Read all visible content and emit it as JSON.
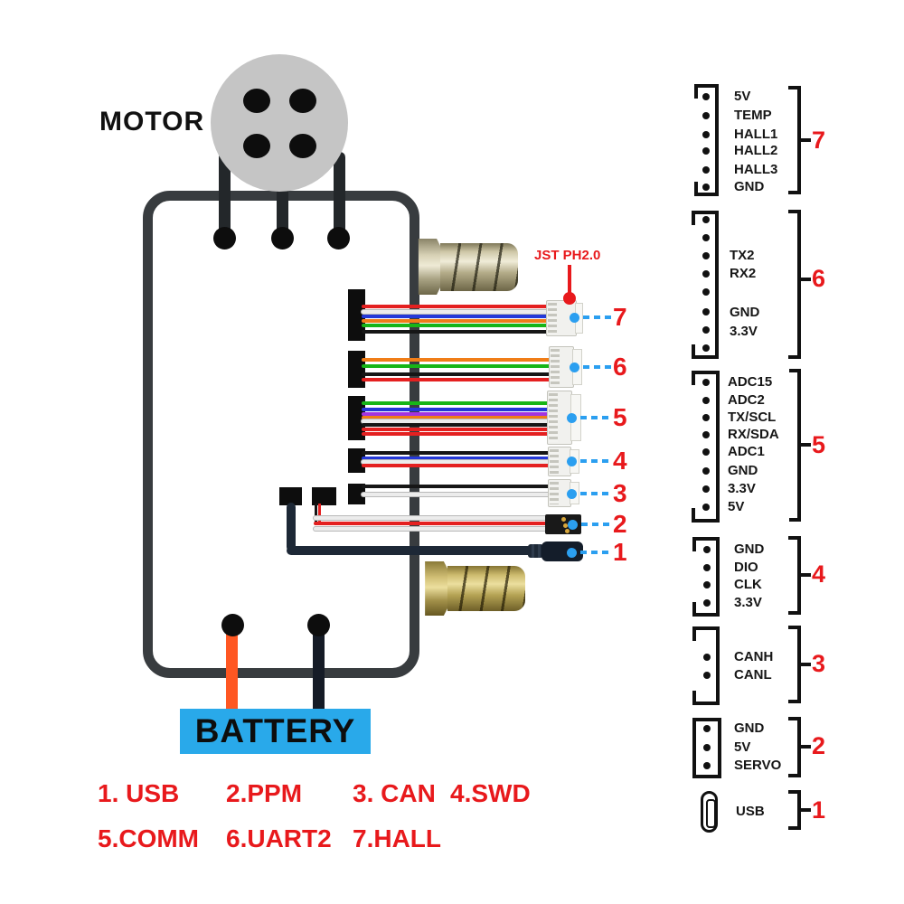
{
  "colors": {
    "accent_red": "#e8191c",
    "dash_blue": "#2b9ff0",
    "battery_blue": "#29a9ea",
    "board_outline": "#383c3f",
    "motor_gray": "#c5c5c5"
  },
  "motor": {
    "label": "MOTOR"
  },
  "battery": {
    "label": "BATTERY"
  },
  "jst_callout": {
    "label": "JST PH2.0"
  },
  "cables": [
    {
      "num": "7",
      "wires": [
        "#e42020",
        "#ececec",
        "#2438d8",
        "#f07d18",
        "#17b517",
        "#161616"
      ]
    },
    {
      "num": "6",
      "wires": [
        "#f07d18",
        "#17b517",
        "#161616",
        "#e42020"
      ]
    },
    {
      "num": "5",
      "wires": [
        "#17b517",
        "#2438d8",
        "#a233e0",
        "#f07d18",
        "#ececec",
        "#161616",
        "#e42020",
        "#e42020"
      ]
    },
    {
      "num": "4",
      "wires": [
        "#161616",
        "#2438d8",
        "#ececec",
        "#e42020"
      ]
    },
    {
      "num": "3",
      "wires": [
        "#161616",
        "#ececec"
      ]
    },
    {
      "num": "2",
      "wires": [
        "#ececec",
        "#e42020",
        "#ececec"
      ]
    },
    {
      "num": "1",
      "wires": [
        "#1d2836"
      ]
    }
  ],
  "pin_groups": [
    {
      "num": "7",
      "pins": [
        "5V",
        "TEMP",
        "HALL1",
        "HALL2",
        "HALL3",
        "GND"
      ]
    },
    {
      "num": "6",
      "pins": [
        "",
        "",
        "TX2",
        "RX2",
        "",
        "GND",
        "3.3V",
        ""
      ]
    },
    {
      "num": "5",
      "pins": [
        "ADC15",
        "ADC2",
        "TX/SCL",
        "RX/SDA",
        "ADC1",
        "GND",
        "3.3V",
        "5V"
      ]
    },
    {
      "num": "4",
      "pins": [
        "GND",
        "DIO",
        "CLK",
        "3.3V"
      ]
    },
    {
      "num": "3",
      "pins": [
        "CANH",
        "CANL"
      ]
    },
    {
      "num": "2",
      "pins": [
        "GND",
        "5V",
        "SERVO"
      ]
    },
    {
      "num": "1",
      "pins": [
        "USB"
      ]
    }
  ],
  "legend": {
    "row1": [
      "1. USB",
      "2.PPM",
      "3. CAN",
      "4.SWD"
    ],
    "row2": [
      "5.COMM",
      "6.UART2",
      "7.HALL"
    ]
  }
}
